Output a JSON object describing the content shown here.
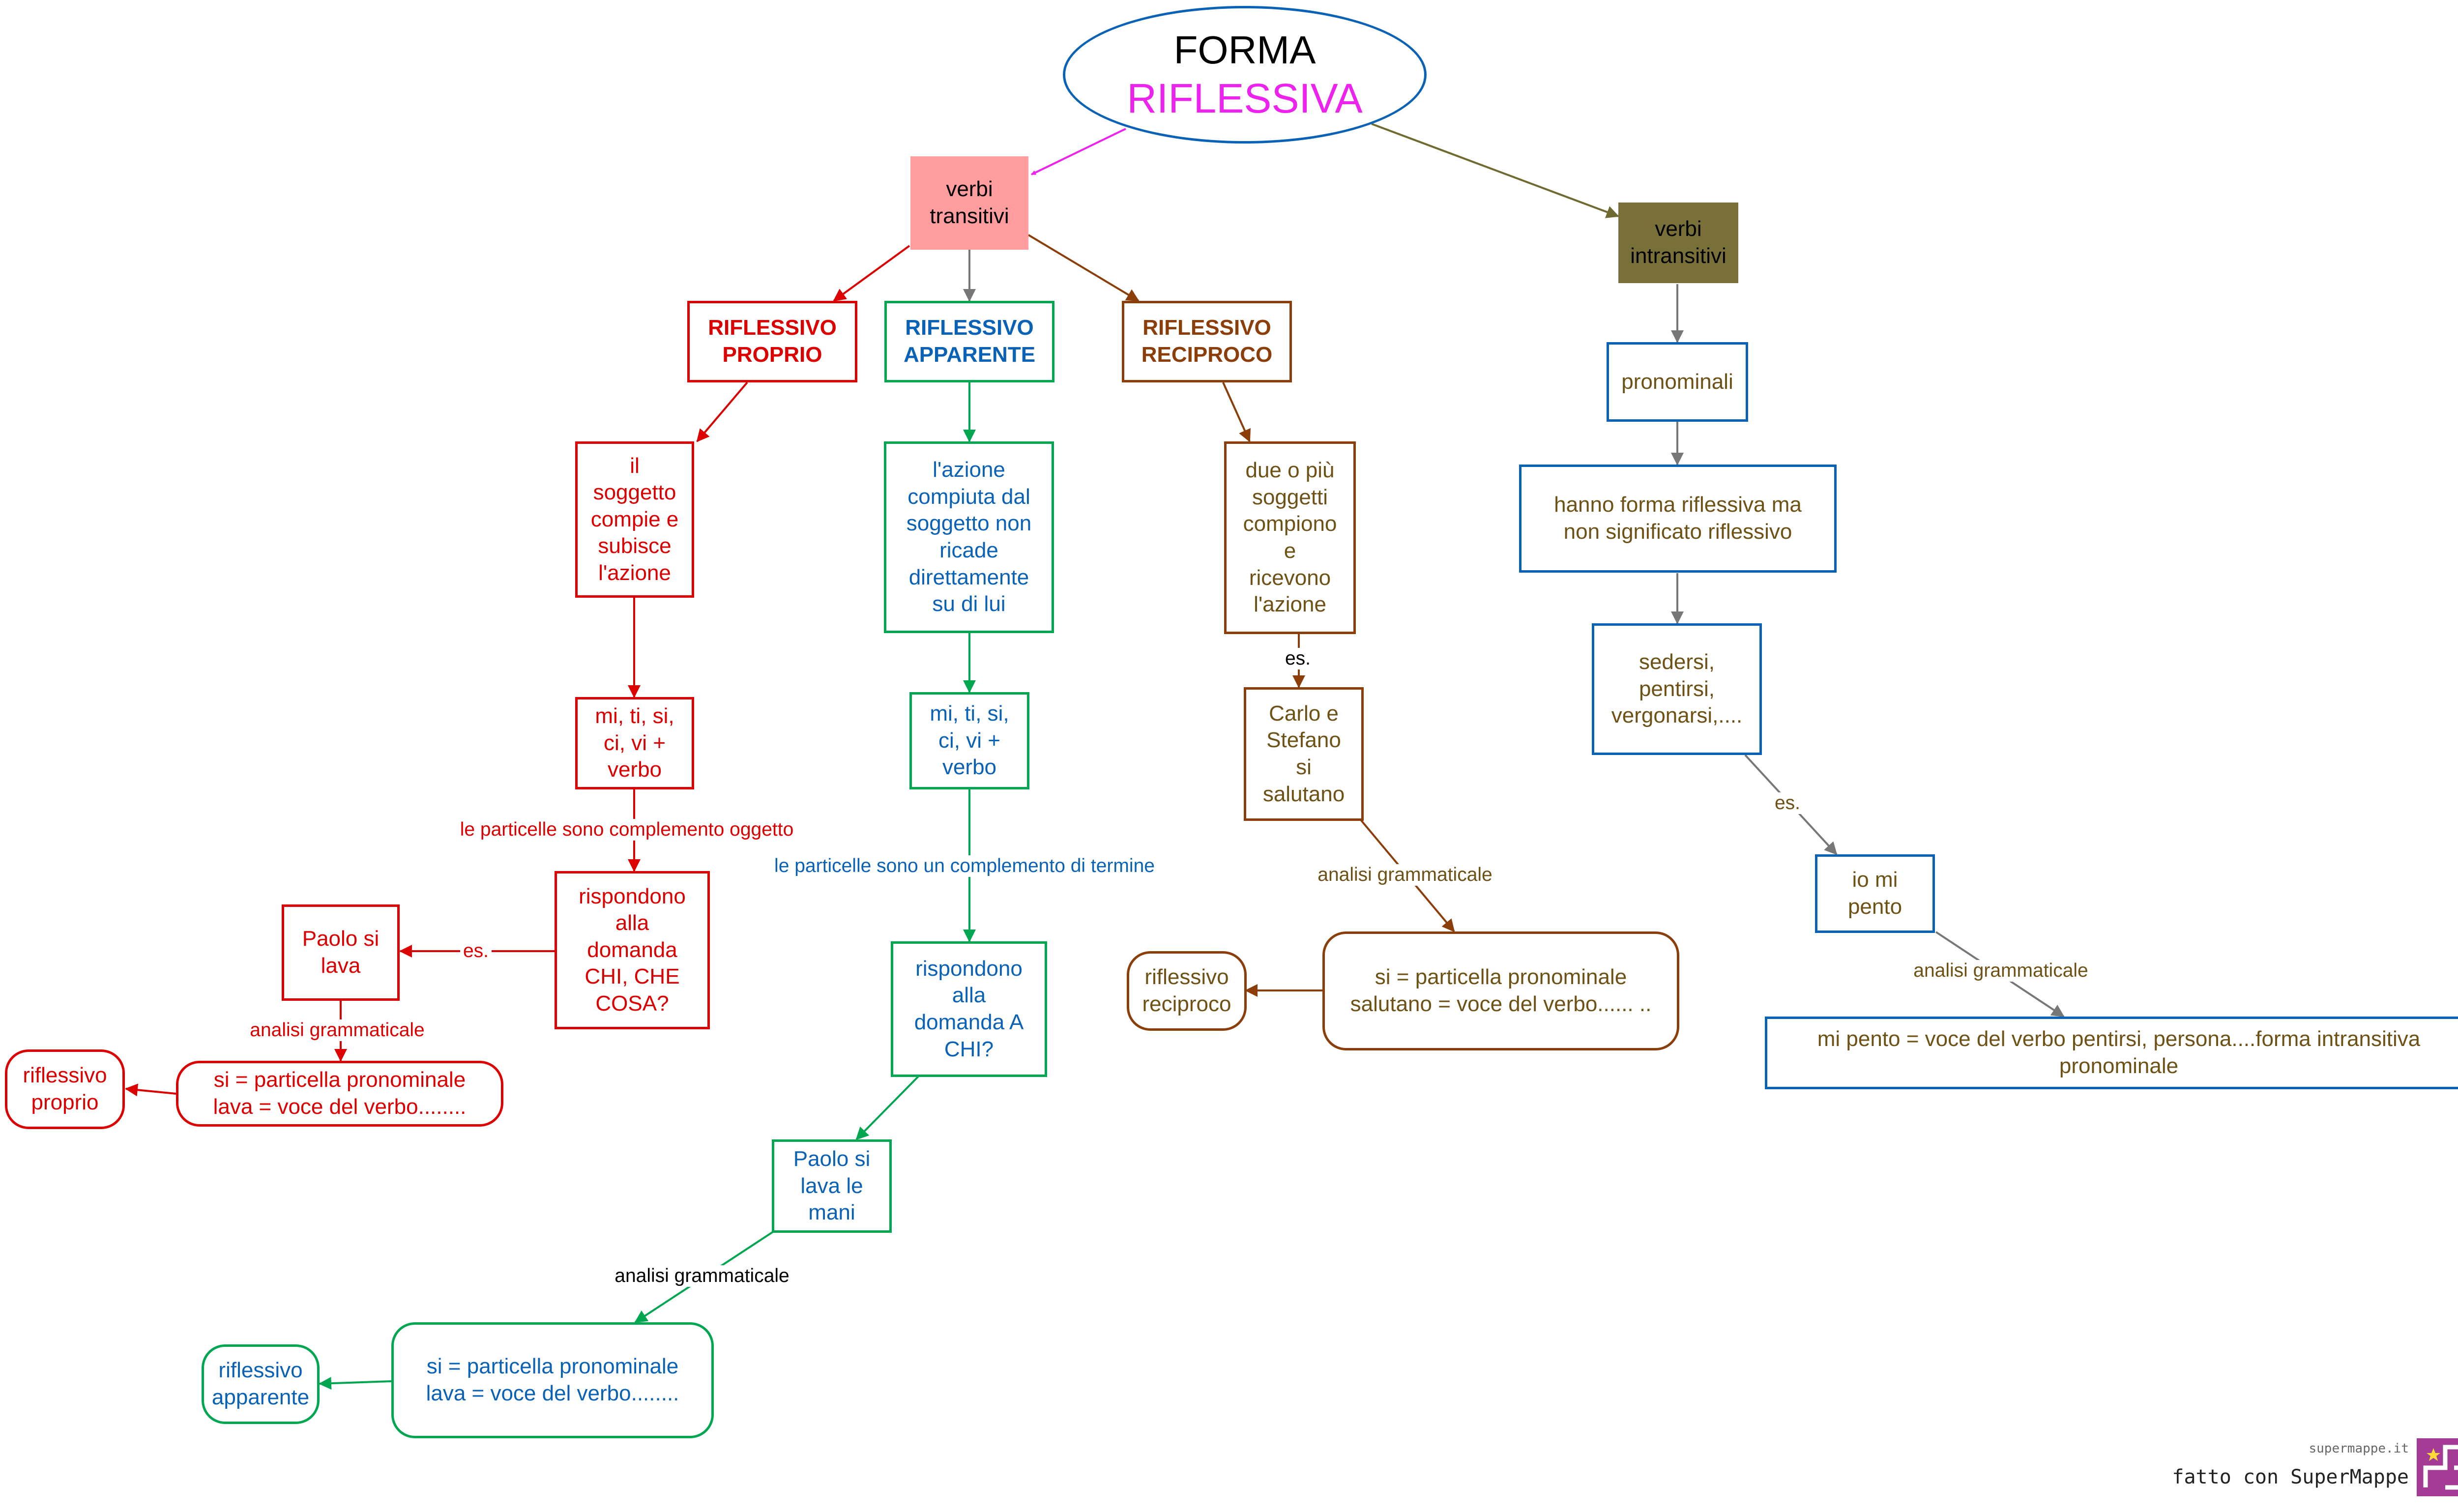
{
  "title": {
    "line1": "FORMA",
    "line2": "RIFLESSIVA"
  },
  "colors": {
    "magenta": "#ee22ee",
    "red": "#dd0000",
    "blue": "#0a62b7",
    "green": "#00a650",
    "brown": "#8c3e0a",
    "olive": "#787038",
    "pink": "#ff9d9f",
    "gray": "#777777"
  },
  "nodes": {
    "verbi_transitivi": "verbi\ntransitivi",
    "verbi_intransitivi": "verbi\nintransitivi",
    "riflessivo_proprio": "RIFLESSIVO\nPROPRIO",
    "riflessivo_apparente": "RIFLESSIVO\nAPPARENTE",
    "riflessivo_reciproco": "RIFLESSIVO\nRECIPROCO",
    "proprio_definizione": "il\nsoggetto\ncompie e\nsubisce\nl'azione",
    "proprio_particelle": "mi, ti, si,\nci, vi +\nverbo",
    "proprio_domanda": "rispondono\nalla\ndomanda\nCHI, CHE\nCOSA?",
    "proprio_esempio": "Paolo si\nlava",
    "proprio_analisi": "si = particella  pronominale\nlava = voce del  verbo........",
    "proprio_tipo": "riflessivo\nproprio",
    "apparente_definizione": "l'azione\ncompiuta dal\nsoggetto non\nricade\ndirettamente\nsu di lui",
    "apparente_particelle": "mi, ti, si,\nci, vi +\nverbo",
    "apparente_domanda": "rispondono\nalla\ndomanda A\nCHI?",
    "apparente_esempio": "Paolo si\nlava le\nmani",
    "apparente_analisi": "si = particella  pronominale\nlava = voce del  verbo........",
    "apparente_tipo": "riflessivo\napparente",
    "reciproco_definizione": "due o più\nsoggetti\ncompiono\ne\nricevono\nl'azione",
    "reciproco_esempio": "Carlo e\nStefano\nsi\nsalutano",
    "reciproco_analisi": "si = particella  pronominale\nsalutano = voce del  verbo...... ..",
    "reciproco_tipo": "riflessivo\nreciproco",
    "pronominali": "pronominali",
    "pronominali_definizione": "hanno  forma  riflessiva  ma\nnon  significato  riflessivo",
    "pronominali_esempi": "sedersi,\npentirsi,\nvergonarsi,....",
    "pronominali_esempio": "io mi\npento",
    "pronominali_analisi": "mi  pento = voce del verbo pentirsi,  persona....forma  intransitiva\npronominale"
  },
  "link_labels": {
    "proprio_particelle": "le particelle sono complemento oggetto",
    "apparente_particelle": "le particelle sono un complemento di termine",
    "proprio_es": "es.",
    "reciproco_es": "es.",
    "pronominali_es": "es.",
    "proprio_analisi": "analisi grammaticale",
    "apparente_analisi": "analisi grammaticale",
    "reciproco_analisi": "analisi grammaticale",
    "pronominali_analisi": "analisi grammaticale"
  },
  "brand": {
    "url": "supermappe.it",
    "text": "fatto con SuperMappe"
  }
}
